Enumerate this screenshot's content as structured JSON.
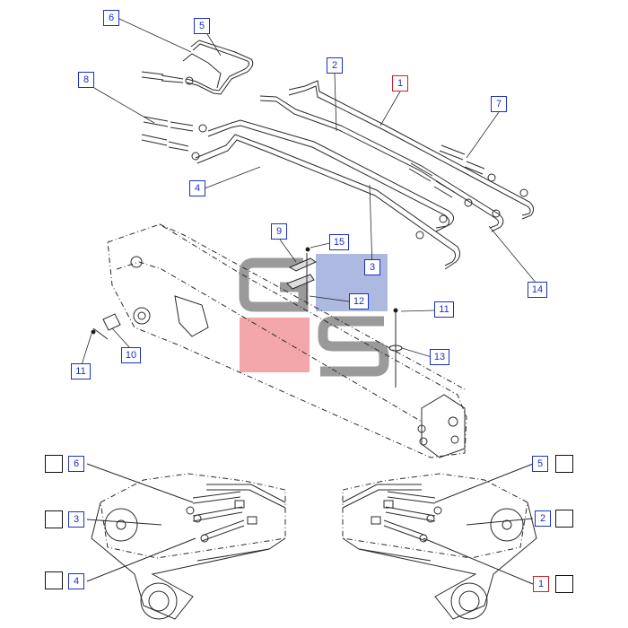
{
  "colors": {
    "callout_border": "#1a2fc8",
    "callout_text": "#1a2fc8",
    "callout_highlight_border": "#d0202a",
    "watermark_blue": "#aeb9e2",
    "watermark_red": "#f3a7ab",
    "watermark_gray": "#9a9a9a",
    "line": "#2a2a2a"
  },
  "callouts": {
    "main": {
      "c1": "1",
      "c2": "2",
      "c3": "3",
      "c4": "4",
      "c5": "5",
      "c6": "6",
      "c7": "7",
      "c8": "8",
      "c9": "9",
      "c10": "10",
      "c11a": "11",
      "c11b": "11",
      "c12": "12",
      "c13": "13",
      "c14": "14",
      "c15": "15"
    },
    "left_detail": {
      "c6": "6",
      "c3": "3",
      "c4": "4"
    },
    "right_detail": {
      "c5": "5",
      "c2": "2",
      "c1": "1"
    }
  },
  "symbols": {
    "left": [
      "tilt-up-icon",
      "extend-icon",
      "retract-icon"
    ],
    "right": [
      "tilt-up-icon",
      "rotate-icon",
      "rotate-icon"
    ]
  }
}
